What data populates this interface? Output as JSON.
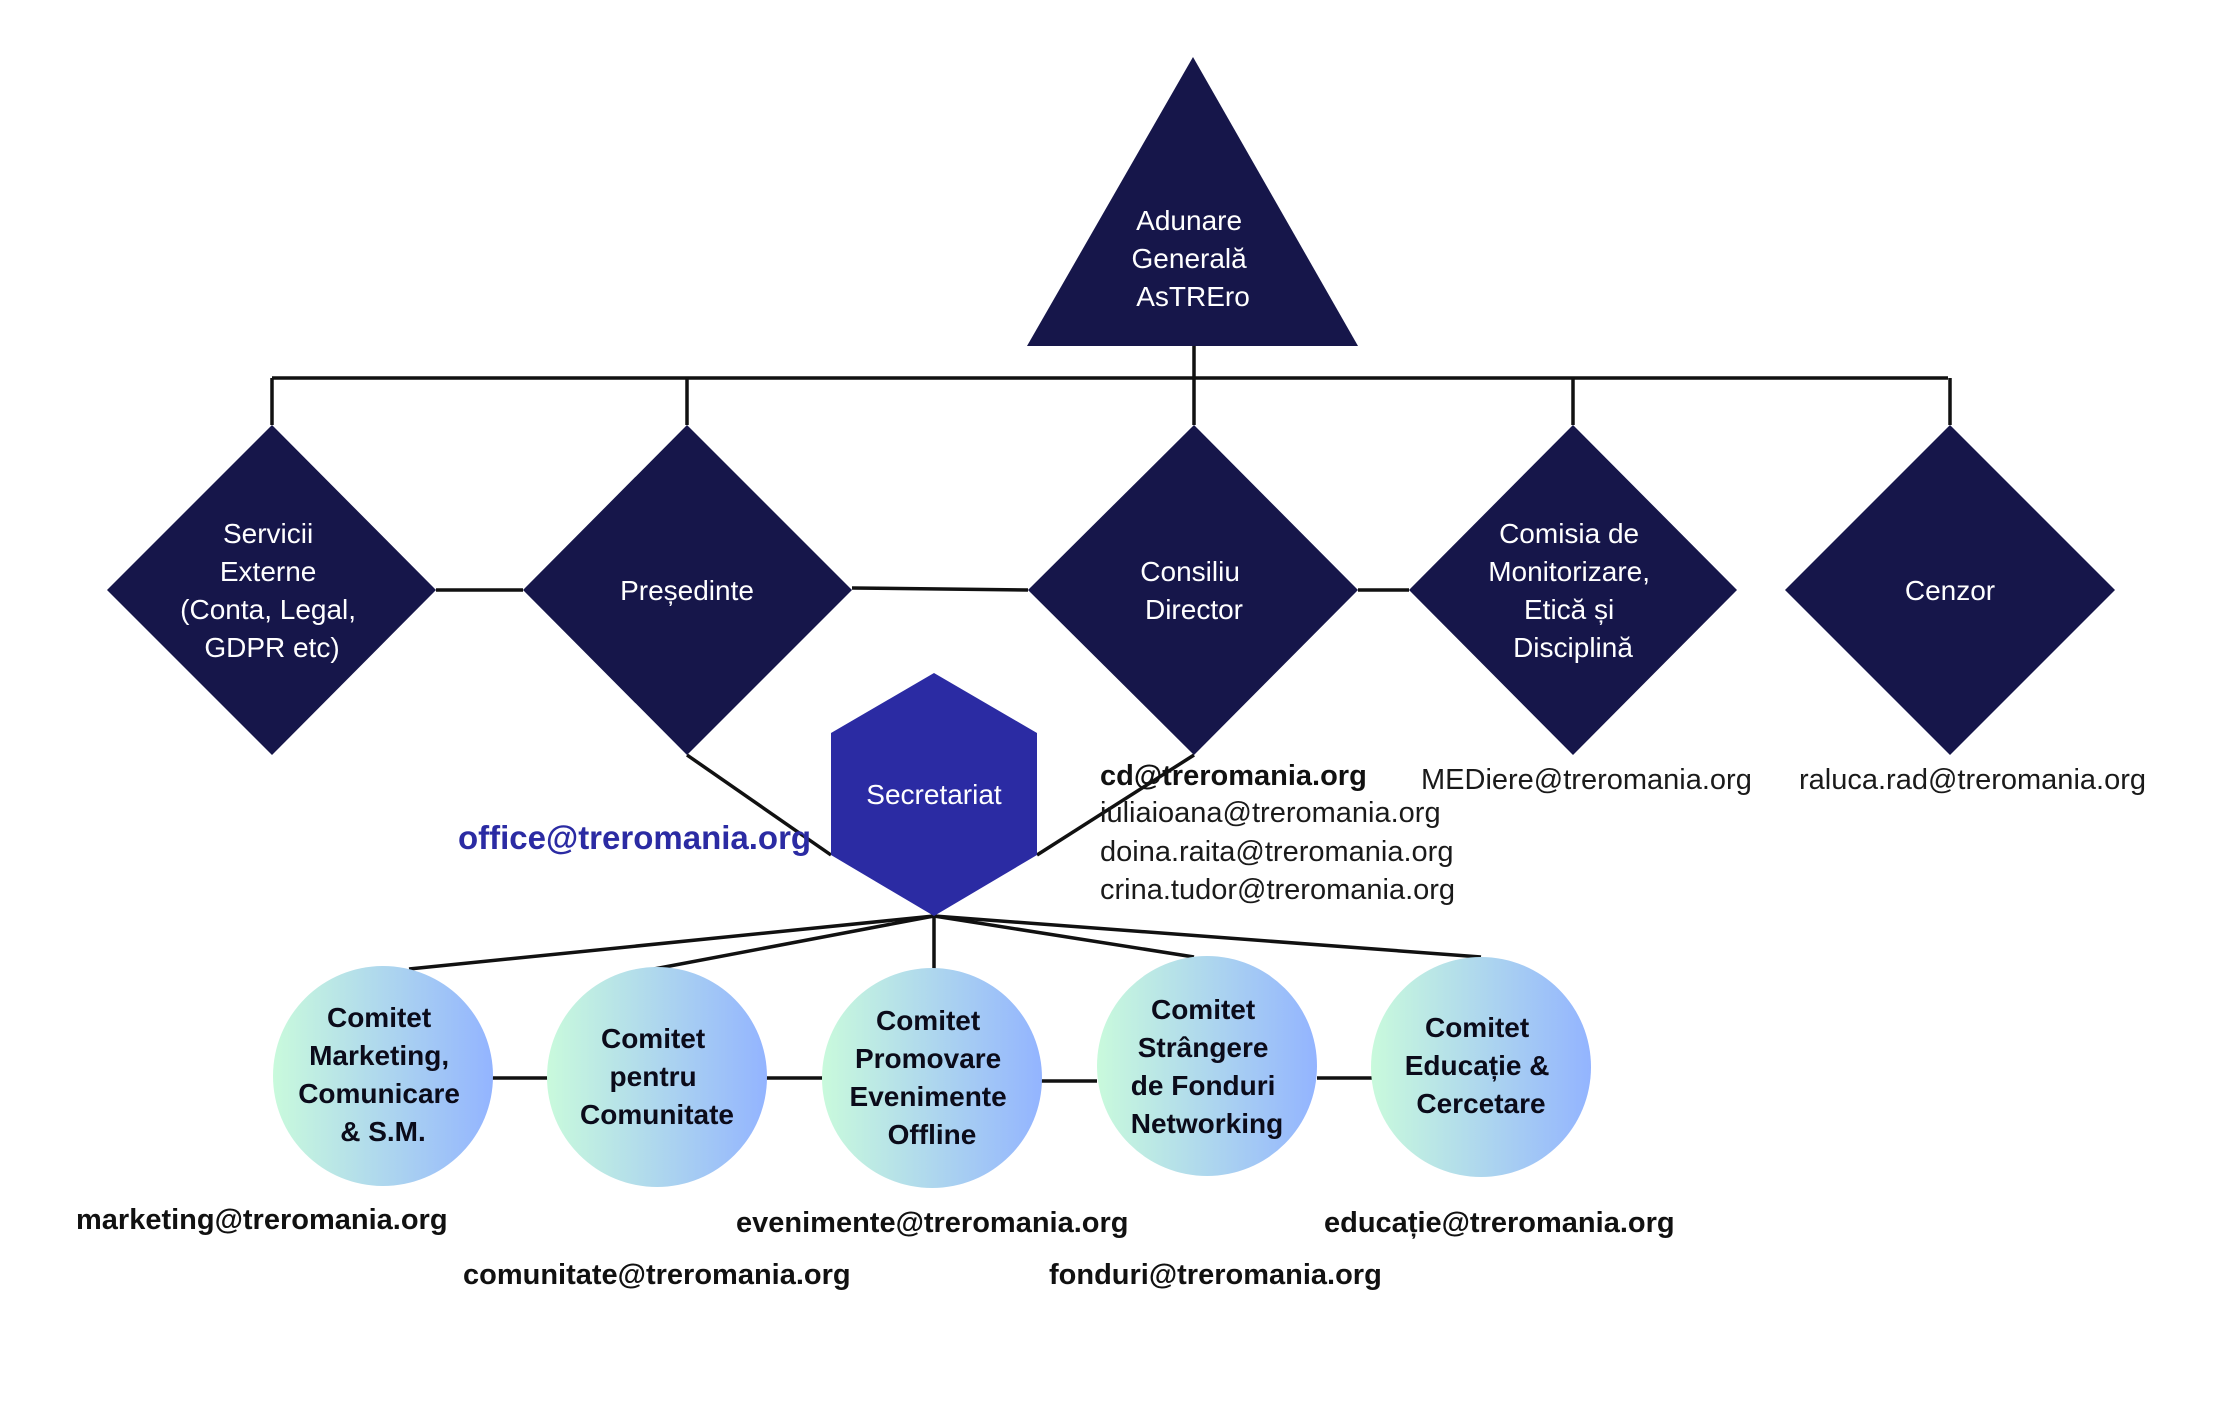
{
  "colors": {
    "node": "#16164a",
    "secretariat": "#2b2ba3",
    "office_email": "#2b2ba3",
    "bubble_start": "#c9fadc",
    "bubble_end": "#93b4ff"
  },
  "top": {
    "label_lines": [
      "Adunare",
      "Generală",
      "AsTREro"
    ]
  },
  "level2": [
    {
      "id": "servicii",
      "label_lines": [
        "Servicii",
        "Externe",
        "(Conta, Legal,",
        "GDPR etc)"
      ]
    },
    {
      "id": "presedinte",
      "label_lines": [
        "Președinte"
      ]
    },
    {
      "id": "consiliu",
      "label_lines": [
        "Consiliu",
        "Director"
      ]
    },
    {
      "id": "comisia",
      "label_lines": [
        "Comisia de",
        "Monitorizare,",
        "Etică și",
        "Disciplină"
      ]
    },
    {
      "id": "cenzor",
      "label_lines": [
        "Cenzor"
      ]
    }
  ],
  "secretariat": {
    "label": "Secretariat",
    "email": "office@treromania.org"
  },
  "consiliu_emails": {
    "main": "cd@treromania.org",
    "members": [
      "iuliaioana@treromania.org",
      "doina.raita@treromania.org",
      "crina.tudor@treromania.org"
    ]
  },
  "comisia_email": "MEDiere@treromania.org",
  "cenzor_email": "raluca.rad@treromania.org",
  "committees": [
    {
      "id": "marketing",
      "label_lines": [
        "Comitet",
        "Marketing,",
        "Comunicare",
        "& S.M."
      ],
      "email": "marketing@treromania.org"
    },
    {
      "id": "comunitate",
      "label_lines": [
        "Comitet",
        "pentru",
        "Comunitate"
      ],
      "email": "comunitate@treromania.org"
    },
    {
      "id": "evenimente",
      "label_lines": [
        "Comitet",
        "Promovare",
        "Evenimente",
        "Offline"
      ],
      "email": "evenimente@treromania.org"
    },
    {
      "id": "fonduri",
      "label_lines": [
        "Comitet",
        "Strângere",
        "de Fonduri",
        "Networking"
      ],
      "email": "fonduri@treromania.org"
    },
    {
      "id": "educatie",
      "label_lines": [
        "Comitet",
        "Educație &",
        "Cercetare"
      ],
      "email": "educație@treromania.org"
    }
  ]
}
